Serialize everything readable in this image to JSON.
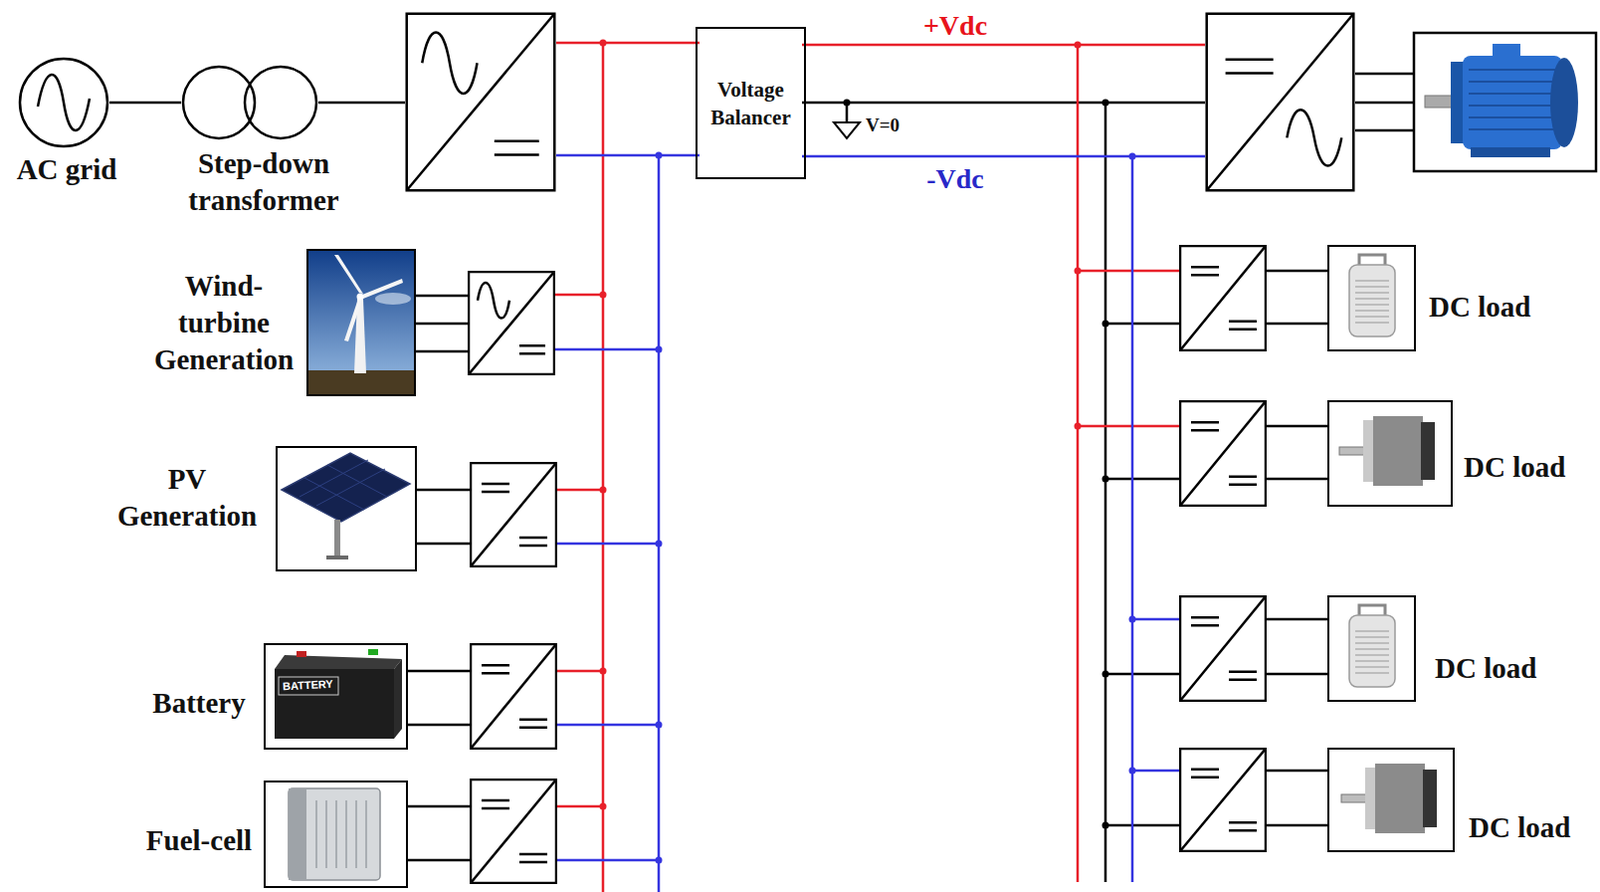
{
  "diagram": {
    "nodes": [
      {
        "text": [
          "AC grid"
        ]
      },
      {
        "text": [
          "Step-down transformer"
        ]
      },
      {
        "text": [
          "Voltage Balancer"
        ]
      },
      {
        "text": [
          "Wind- turbine Generation"
        ]
      },
      {
        "text": [
          "PV Generation"
        ]
      },
      {
        "text": [
          "Battery"
        ]
      },
      {
        "text": [
          "Fuel-cell"
        ]
      },
      {
        "text": [
          "DC load"
        ]
      },
      {
        "text": [
          "DC load"
        ]
      },
      {
        "text": [
          "DC load"
        ]
      },
      {
        "text": [
          "DC load"
        ]
      }
    ],
    "edges": [
      {
        "from": 0,
        "to": 1,
        "arrow": "none"
      }
    ],
    "labels": [
      "+Vdc",
      "V=0",
      "-Vdc",
      "BATTERY"
    ]
  }
}
